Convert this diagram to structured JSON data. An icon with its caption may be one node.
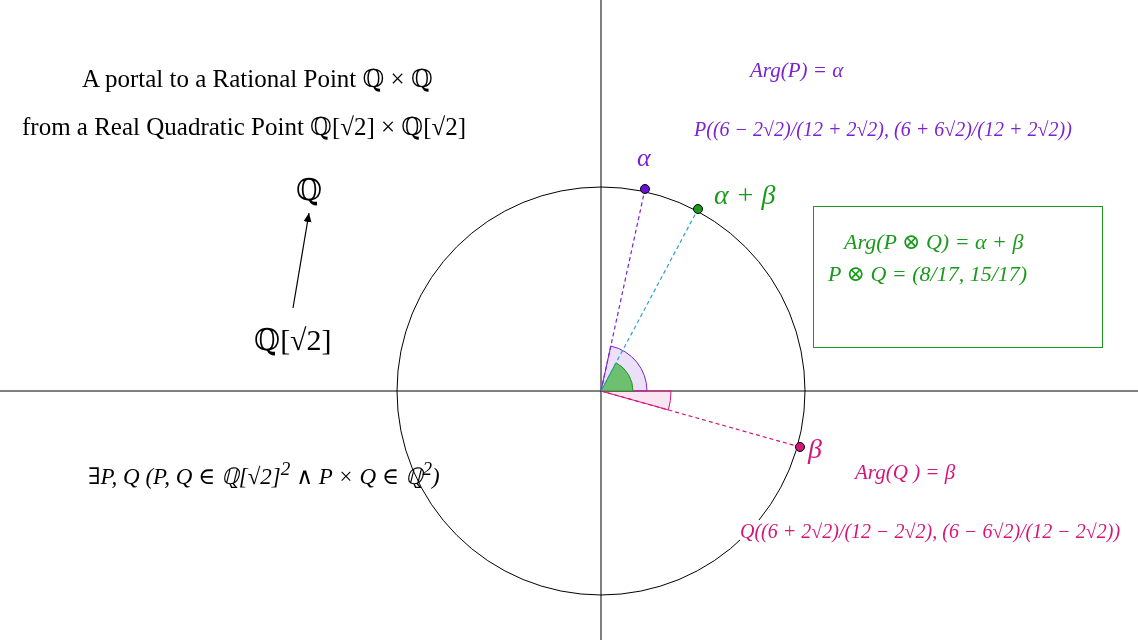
{
  "diagram": {
    "nodes": [
      {
        "text": [
          "ℚ"
        ]
      },
      {
        "text": [
          "ℚ[√2]"
        ]
      },
      {
        "text": [],
        "shape": "circle",
        "beside": [
          "α"
        ]
      },
      {
        "text": [],
        "shape": "circle",
        "beside": [
          "α + β"
        ]
      },
      {
        "text": [],
        "shape": "circle",
        "beside": [
          "β"
        ]
      },
      {
        "text": [
          "Arg(P ⊗ Q) = α + β",
          "P ⊗ Q = (8/17, 15/17)"
        ]
      },
      {
        "text": [],
        "shape": "sector"
      }
    ],
    "edges": [
      {
        "from": 1,
        "to": 0,
        "arrow": "to"
      },
      {
        "from": 6,
        "to": 2,
        "arrow": "none",
        "style": "dashed",
        "color": "#7a22d4"
      },
      {
        "from": 6,
        "to": 3,
        "arrow": "none",
        "style": "dashed",
        "color": "#2b9fd6"
      },
      {
        "from": 6,
        "to": 4,
        "arrow": "none",
        "style": "dashed",
        "color": "#d3167a"
      }
    ],
    "labels": [
      "A portal to a Rational Point ℚ × ℚ",
      "from a Real Quadratic Point ℚ[√2] × ℚ[√2]",
      "Arg(P) = α",
      "P((6 − 2√2)/(12 + 2√2), (6 + 6√2)/(12 + 2√2))",
      "∃P, Q (P, Q ∈ ℚ[√2]$^{2}$ ∧ P × Q ∈ ℚ$^{2}$)",
      "Arg(Q ) = β",
      "Q((6 + 2√2)/(12 − 2√2), (6 − 6√2)/(12 − 2√2))"
    ]
  }
}
